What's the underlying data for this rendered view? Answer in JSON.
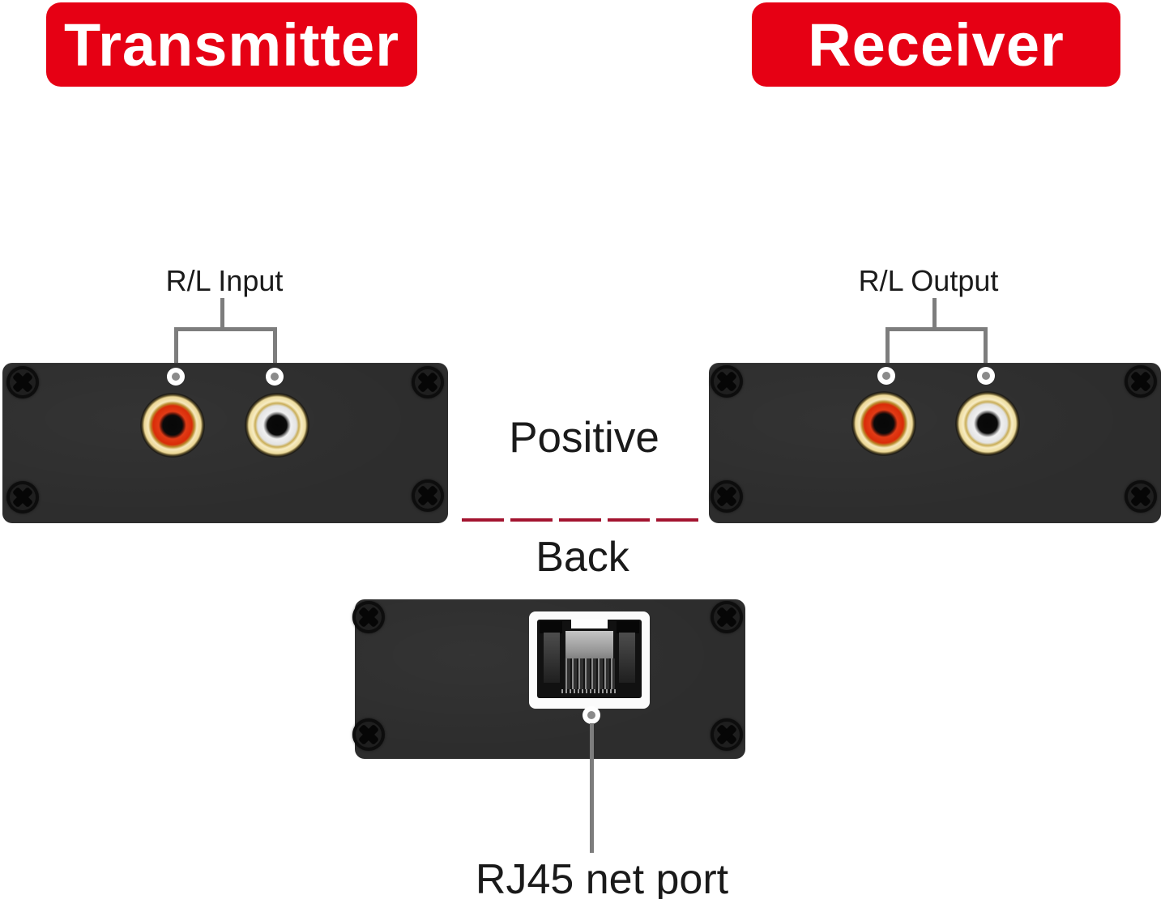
{
  "banners": {
    "transmitter": "Transmitter",
    "receiver": "Receiver"
  },
  "transmitter": {
    "port_label": "R/L Input",
    "jacks": [
      "red RCA jack",
      "white RCA jack"
    ]
  },
  "receiver": {
    "port_label": "R/L Output",
    "jacks": [
      "red RCA jack",
      "white RCA jack"
    ]
  },
  "middle": {
    "positive_label": "Positive",
    "back_label": "Back"
  },
  "bottom": {
    "port_label": "RJ45 net port",
    "port": "RJ45 jack"
  },
  "colors": {
    "banner_red": "#e60014",
    "banner_text": "#ffffff",
    "device_body": "#2d2d2d",
    "callout_line_gray": "#7d7d7d",
    "dashed_divider_red": "#a3142f",
    "label_text": "#1a1a1a",
    "rca_red": "#d92c08",
    "rca_white": "#eeeeee",
    "rca_gold_ring": "#f5e7bb"
  }
}
